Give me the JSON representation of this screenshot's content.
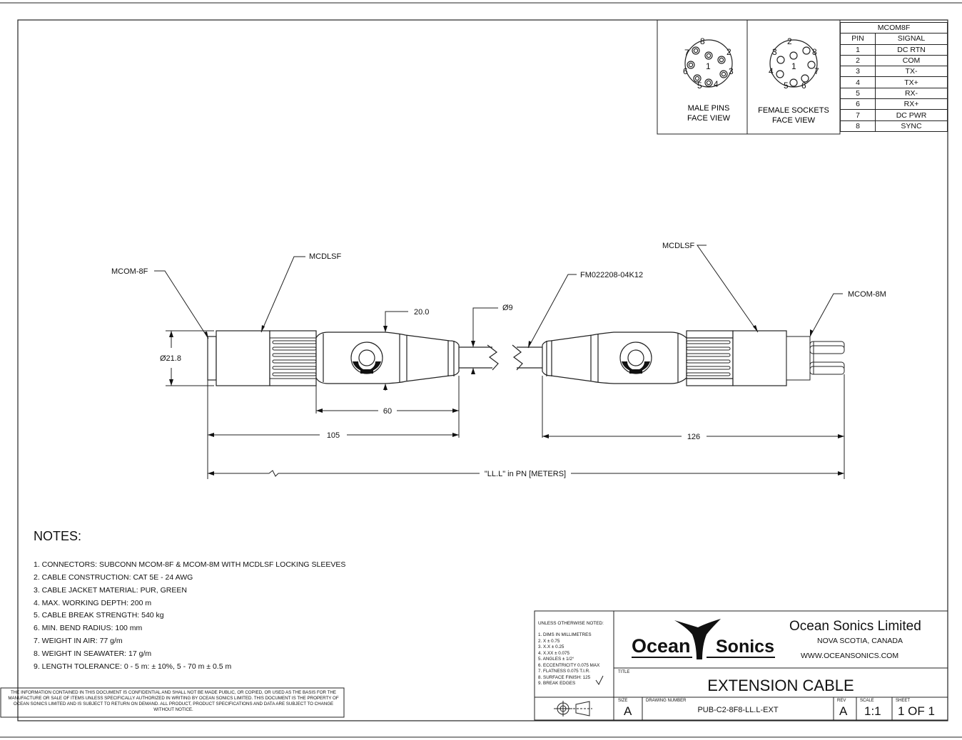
{
  "pin_views": {
    "male_label_1": "MALE PINS",
    "male_label_2": "FACE VIEW",
    "female_label_1": "FEMALE SOCKETS",
    "female_label_2": "FACE VIEW",
    "male_pin_numbers": [
      "1",
      "2",
      "3",
      "4",
      "5",
      "6",
      "7",
      "8"
    ],
    "female_pin_numbers": [
      "1",
      "2",
      "3",
      "4",
      "5",
      "6",
      "7",
      "8"
    ]
  },
  "pin_table": {
    "title": "MCOM8F",
    "headers": [
      "PIN",
      "SIGNAL"
    ],
    "rows": [
      [
        "1",
        "DC RTN"
      ],
      [
        "2",
        "COM"
      ],
      [
        "3",
        "TX-"
      ],
      [
        "4",
        "TX+"
      ],
      [
        "5",
        "RX-"
      ],
      [
        "6",
        "RX+"
      ],
      [
        "7",
        "DC PWR"
      ],
      [
        "8",
        "SYNC"
      ]
    ]
  },
  "callouts": {
    "left_connector": "MCOM-8F",
    "left_sleeve": "MCDLSF",
    "right_sleeve": "MCDLSF",
    "right_connector": "MCOM-8M",
    "ferrule": "FM022208-04K12",
    "dim_20": "20.0",
    "dim_dia9": "Ø9",
    "dim_dia21": "Ø21.8",
    "dim_60": "60",
    "dim_105": "105",
    "dim_126": "126",
    "dim_length": "\"LL.L\" in PN [METERS]"
  },
  "notes": {
    "title": "NOTES:",
    "items": [
      "1. CONNECTORS: SUBCONN MCOM-8F & MCOM-8M WITH MCDLSF LOCKING SLEEVES",
      "2. CABLE CONSTRUCTION: CAT 5E - 24 AWG",
      "3. CABLE JACKET MATERIAL: PUR, GREEN",
      "4. MAX. WORKING DEPTH: 200 m",
      "5. CABLE BREAK STRENGTH: 540 kg",
      "6. MIN. BEND RADIUS: 100 mm",
      "7. WEIGHT IN AIR: 77 g/m",
      "8. WEIGHT IN SEAWATER: 17 g/m",
      "9. LENGTH TOLERANCE: 0 - 5 m: ± 10%,   5 - 70 m ± 0.5 m"
    ]
  },
  "disclaimer": "THE INFORMATION CONTAINED IN THIS DOCUMENT IS CONFIDENTIAL AND SHALL NOT BE MADE PUBLIC, OR COPIED, OR USED AS THE BASIS FOR THE MANUFACTURE OR SALE OF ITEMS UNLESS SPECIFICALLY AUTHORIZED IN WRITING BY OCEAN SONICS LIMITED. THIS DOCUMENT IS THE PROPERTY OF OCEAN SONICS LIMITED AND IS SUBJECT TO RETURN ON DEMAND. ALL PRODUCT, PRODUCT SPECIFICATIONS AND DATA ARE SUBJECT TO CHANGE WITHOUT NOTICE.",
  "tolerances": {
    "heading": "UNLESS OTHERWISE NOTED:",
    "items": [
      "1. DIMS IN MILLIMETRES",
      "2. X  ± 0.75",
      "3. X.X  ± 0.25",
      "4. X.XX ± 0.075",
      "5. ANGLES ± 1/2°",
      "6. ECCENTRICITY 0.075 MAX",
      "7. FLATNESS 0.075 T.I.R.",
      "8. SURFACE FINISH: 125",
      "9. BREAK EDGES"
    ]
  },
  "title_block": {
    "logo_left": "Ocean",
    "logo_right": "Sonics",
    "company": "Ocean Sonics Limited",
    "location": "NOVA SCOTIA, CANADA",
    "website": "WWW.OCEANSONICS.COM",
    "title_label": "TITLE",
    "title": "EXTENSION CABLE",
    "size_label": "SIZE",
    "size": "A",
    "drawing_number_label": "DRAWING NUMBER",
    "drawing_number": "PUB-C2-8F8-LL.L-EXT",
    "rev_label": "REV",
    "rev": "A",
    "scale_label": "SCALE",
    "scale": "1:1",
    "sheet_label": "SHEET",
    "sheet": "1 OF 1"
  }
}
